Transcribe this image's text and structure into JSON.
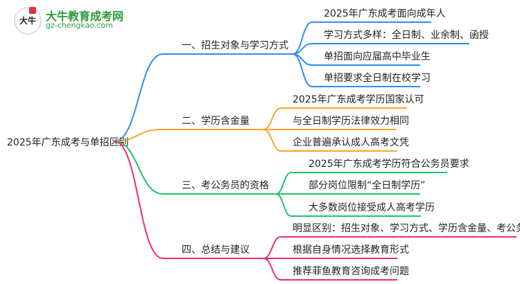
{
  "logo": {
    "name": "大牛教育成考网",
    "url": "gz-chengkao.com",
    "glyph": "大牛"
  },
  "root": "2025年广东成考与单招区别",
  "colors": {
    "blue": "#2f8cf0",
    "orange": "#f5a623",
    "green": "#1ec46a",
    "pink": "#f0287a"
  },
  "branches": [
    {
      "label": "一、招生对象与学习方式",
      "leaves": [
        "2025年广东成考面向成年人",
        "学习方式多样：全日制、业余制、函授",
        "单招面向应届高中毕业生",
        "单招要求全日制在校学习"
      ]
    },
    {
      "label": "二、学历含金量",
      "leaves": [
        "2025年广东成考学历国家认可",
        "与全日制学历法律效力相同",
        "企业普遍承认成人高考文凭"
      ]
    },
    {
      "label": "三、考公务员的资格",
      "leaves": [
        "2025年广东成考学历符合公务员要求",
        "部分岗位限制“全日制学历”",
        "大多数岗位接受成人高考学历"
      ]
    },
    {
      "label": "四、总结与建议",
      "leaves": [
        "明显区别：招生对象、学习方式、学历含金量、考公务员资格",
        "根据自身情况选择教育形式",
        "推荐菲鱼教育咨询成考问题"
      ]
    }
  ]
}
